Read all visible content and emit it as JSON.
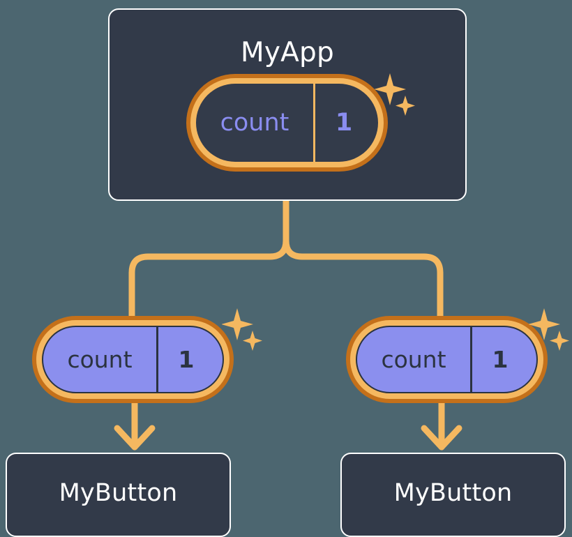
{
  "diagram": {
    "title_node": {
      "label": "MyApp",
      "name": "myapp-panel"
    },
    "root_state": {
      "key": "count",
      "value": "1"
    },
    "children": [
      {
        "state": {
          "key": "count",
          "value": "1"
        },
        "button_label": "MyButton"
      },
      {
        "state": {
          "key": "count",
          "value": "1"
        },
        "button_label": "MyButton"
      }
    ],
    "icons": {
      "sparkle": "sparkle-icon",
      "arrow": "arrow-down-icon",
      "connector": "tree-connector"
    },
    "colors": {
      "background": "#4c6670",
      "panel_fill": "#323a49",
      "panel_border": "#ffffff",
      "ring_outer": "#c4701a",
      "ring_inner": "#f5b860",
      "state_fill_child": "#8b8fee",
      "state_text_root": "#8a8df0",
      "state_text_child": "#2b3340",
      "connector": "#f5b860"
    }
  }
}
